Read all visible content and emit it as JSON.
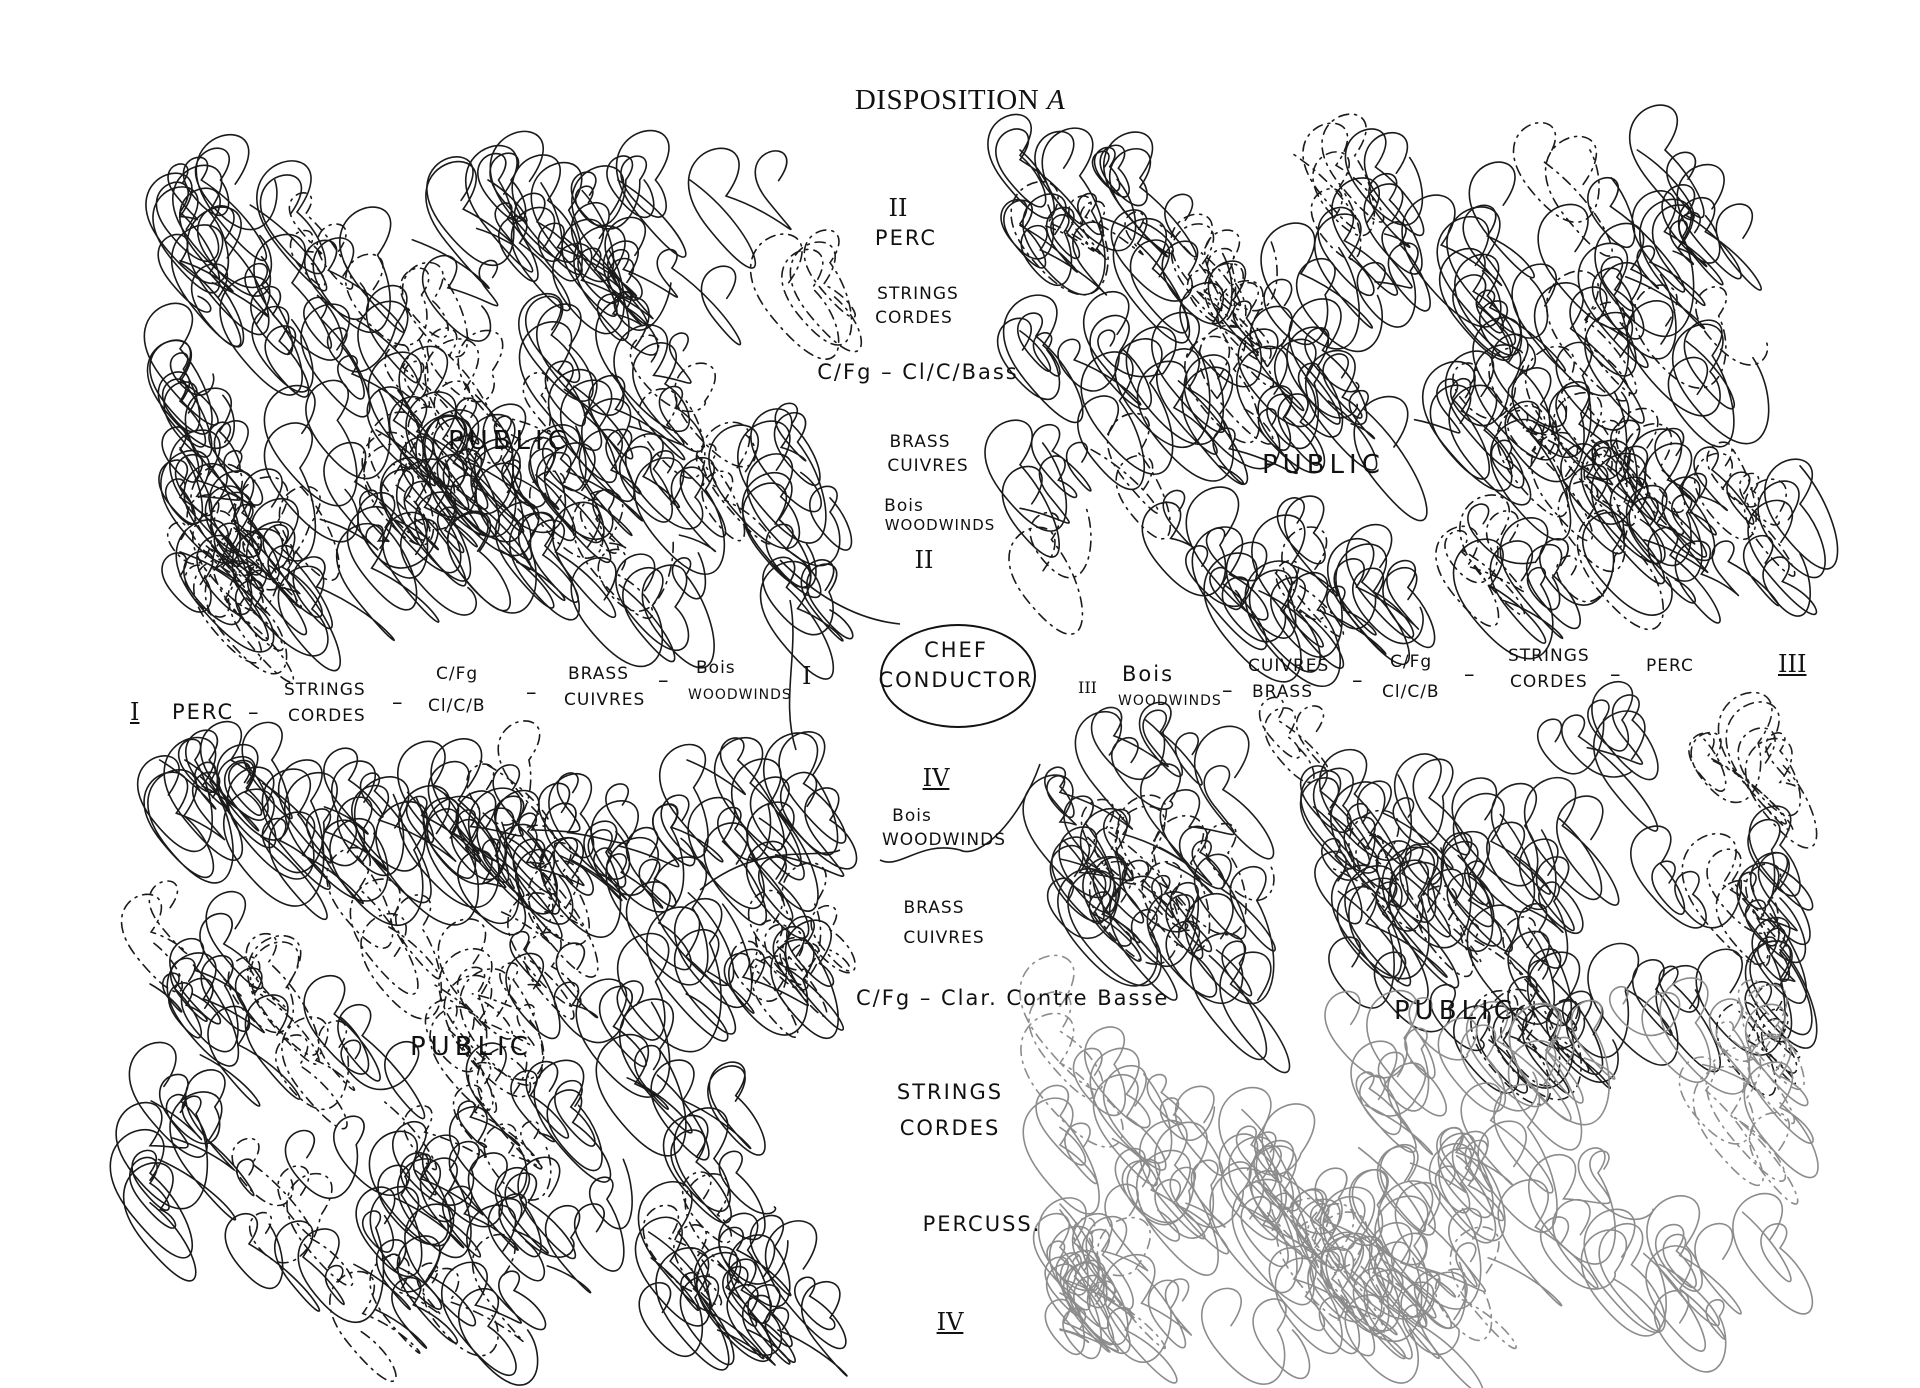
{
  "title": {
    "main": "DISPOSITION",
    "letter": "A"
  },
  "conductor": {
    "line1": "CHEF",
    "line2": "CONDUCTOR"
  },
  "top_group": {
    "number": "II",
    "perc": "PERC",
    "strings_en": "STRINGS",
    "strings_fr": "CORDES",
    "low_winds": "C/Fg – Cl/C/Bass",
    "brass_en": "BRASS",
    "brass_fr": "CUIVRES",
    "woodwinds_fr": "Bois",
    "woodwinds_en": "WOODWINDS",
    "number_end": "II"
  },
  "left_group": {
    "number": "I",
    "perc": "PERC",
    "strings_en": "STRINGS",
    "strings_fr": "CORDES",
    "low_winds_top": "C/Fg",
    "low_winds_bottom": "Cl/C/B",
    "brass_en": "BRASS",
    "brass_fr": "CUIVRES",
    "woodwinds_fr": "Bois",
    "woodwinds_en": "WOODWINDS",
    "number_end": "I",
    "dash": "–"
  },
  "right_group": {
    "number": "III",
    "woodwinds_fr": "Bois",
    "woodwinds_en": "WOODWINDS",
    "brass_fr": "CUIVRES",
    "brass_en": "BRASS",
    "low_winds_top": "C/Fg",
    "low_winds_bottom": "Cl/C/B",
    "strings_en": "STRINGS",
    "strings_fr": "CORDES",
    "perc": "PERC",
    "number_end": "III",
    "dash": "–"
  },
  "bottom_group": {
    "number": "IV",
    "woodwinds_fr": "Bois",
    "woodwinds_en": "WOODWINDS",
    "brass_en": "BRASS",
    "brass_fr": "CUIVRES",
    "low_winds": "C/Fg – Clar. Contre Basse",
    "strings_en": "STRINGS",
    "strings_fr": "CORDES",
    "perc": "PERCUSS.",
    "number_end": "IV"
  },
  "public_areas": {
    "top_left": "PUBLIC",
    "top_right": "PUBLIC",
    "bottom_left": "PUBLIC",
    "bottom_right": "PUBLIC"
  }
}
